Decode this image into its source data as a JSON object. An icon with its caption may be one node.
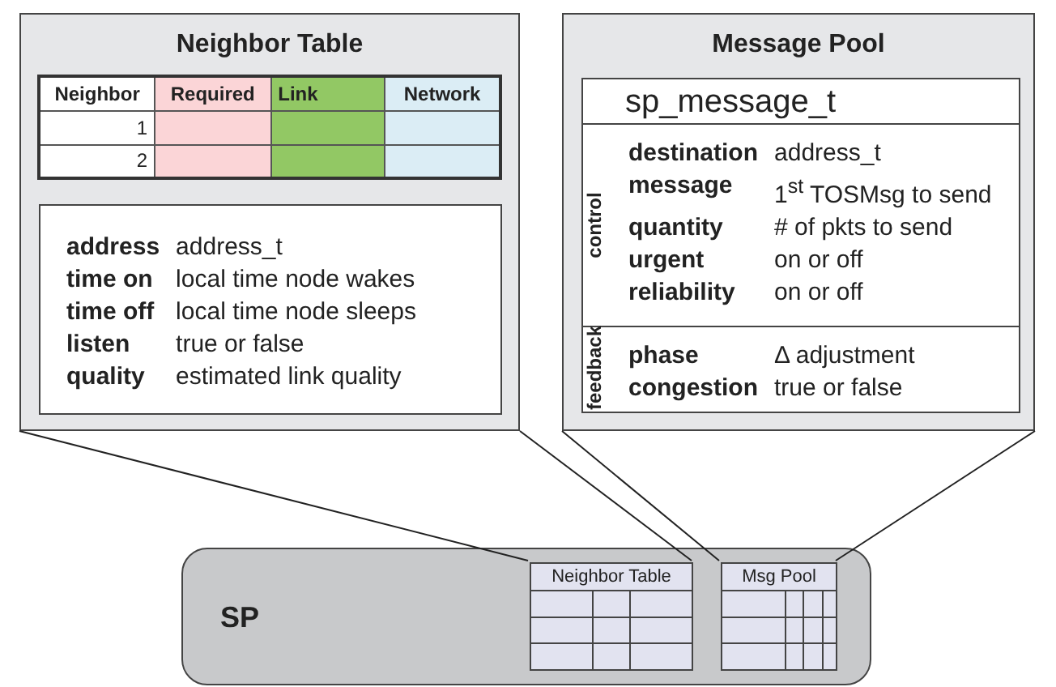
{
  "diagram": {
    "nodes": [
      {
        "text": [
          "Neighbor Table"
        ]
      },
      {
        "text": [
          "address",
          "address_t",
          "time on",
          "local time node wakes",
          "time off",
          "local time node sleeps",
          "listen",
          "true or false",
          "quality",
          "estimated link quality"
        ],
        "in": 0
      },
      {
        "text": [
          "Message Pool"
        ]
      },
      {
        "text": [
          "sp_message_t"
        ],
        "in": 2
      },
      {
        "text": [
          "control",
          "destination",
          "address_t",
          "message",
          "1$^{st}$ TOSMsg to send",
          "quantity",
          "# of pkts to send",
          "urgent",
          "on or off",
          "reliability",
          "on or off"
        ],
        "in": 2
      },
      {
        "text": [
          "feedback",
          "phase",
          "Δ adjustment",
          "congestion",
          "true or false"
        ],
        "in": 2
      },
      {
        "text": [
          "SP"
        ]
      },
      {
        "text": [
          "Neighbor Table"
        ],
        "in": 6
      },
      {
        "text": [
          "Msg Pool"
        ],
        "in": 6
      }
    ],
    "edges": [
      {
        "from": 0,
        "to": 7,
        "arrow": "none"
      },
      {
        "from": 0,
        "to": 7,
        "arrow": "none"
      },
      {
        "from": 2,
        "to": 8,
        "arrow": "none"
      },
      {
        "from": 2,
        "to": 8,
        "arrow": "none"
      }
    ],
    "labels": [
      "Neighbor",
      "Required",
      "Link",
      "Network",
      "1",
      "2"
    ]
  }
}
